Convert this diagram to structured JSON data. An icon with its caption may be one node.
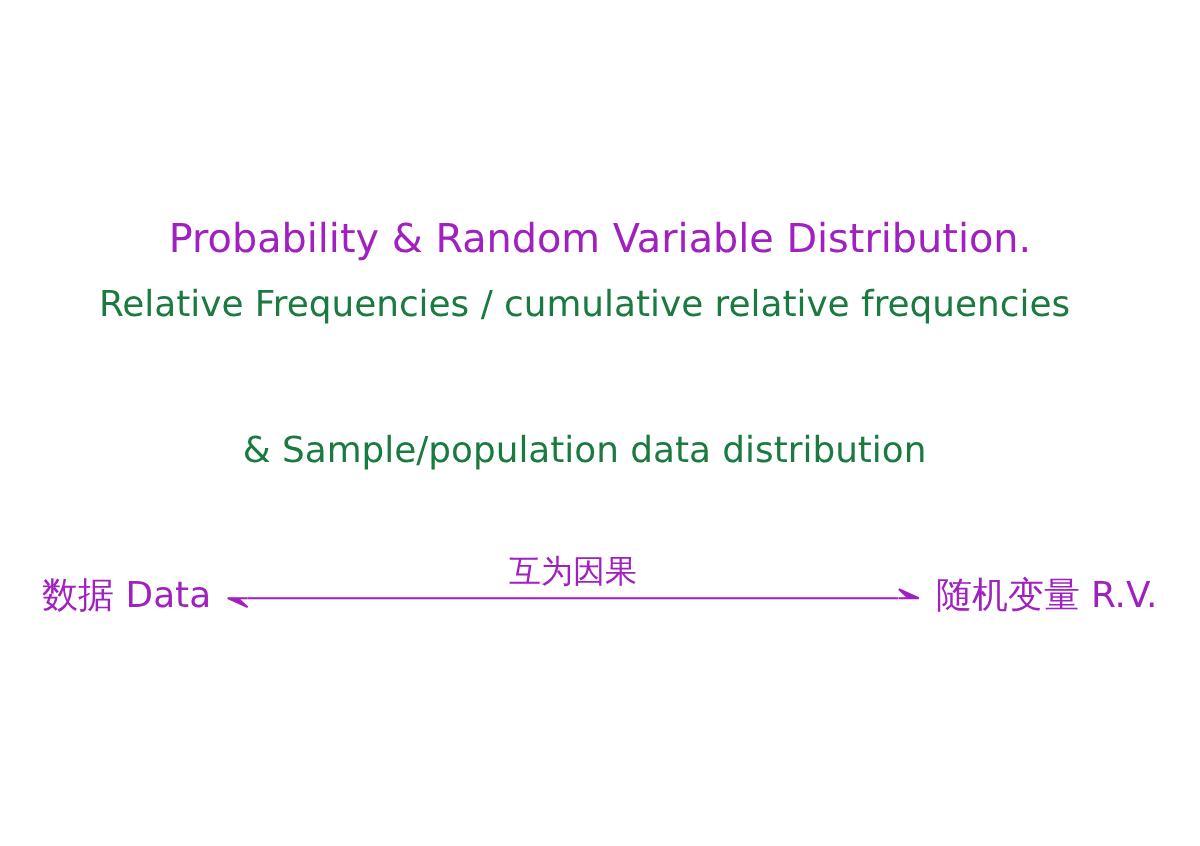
{
  "diagram": {
    "title": "Probability & Random Variable Distribution.",
    "nodes": [
      {
        "text": [
          "数据 Data"
        ]
      },
      {
        "text": [
          "随机变量 R.V."
        ]
      }
    ],
    "edges": [
      {
        "from": 0,
        "to": 1,
        "arrow": "both",
        "label": "互为因果"
      }
    ],
    "labels": [
      "Relative Frequencies / cumulative relative frequencies",
      "& Sample/population data distribution"
    ]
  }
}
